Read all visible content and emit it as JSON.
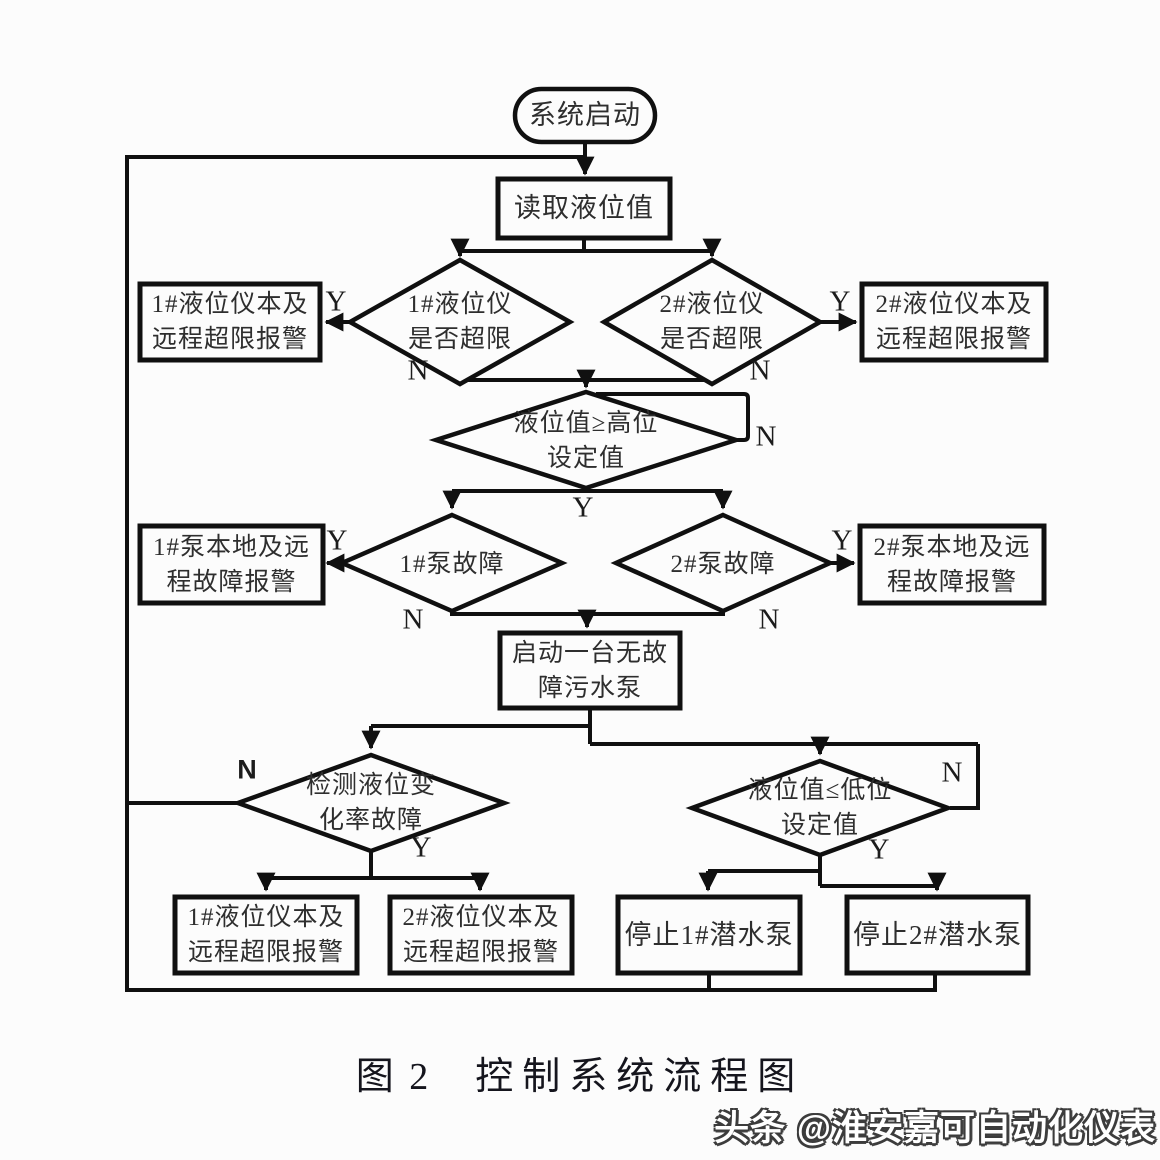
{
  "canvas": {
    "background": "#fcfcfc",
    "stroke_color": "#101010",
    "text_color": "#2e2e2e"
  },
  "labels": {
    "yes": "Y",
    "no": "N"
  },
  "nodes": {
    "start": {
      "type": "terminator",
      "lines": [
        "系统启动"
      ]
    },
    "read_level": {
      "type": "process",
      "lines": [
        "读取液位值"
      ]
    },
    "meter1_check": {
      "type": "decision",
      "lines": [
        "1#液位仪",
        "是否超限"
      ]
    },
    "meter2_check": {
      "type": "decision",
      "lines": [
        "2#液位仪",
        "是否超限"
      ]
    },
    "meter1_alarm": {
      "type": "process",
      "lines": [
        "1#液位仪本及",
        "远程超限报警"
      ]
    },
    "meter2_alarm": {
      "type": "process",
      "lines": [
        "2#液位仪本及",
        "远程超限报警"
      ]
    },
    "high_check": {
      "type": "decision",
      "lines": [
        "液位值≥高位",
        "设定值"
      ]
    },
    "pump1_fault": {
      "type": "decision",
      "lines": [
        "1#泵故障"
      ]
    },
    "pump2_fault": {
      "type": "decision",
      "lines": [
        "2#泵故障"
      ]
    },
    "pump1_alarm": {
      "type": "process",
      "lines": [
        "1#泵本地及远",
        "程故障报警"
      ]
    },
    "pump2_alarm": {
      "type": "process",
      "lines": [
        "2#泵本地及远",
        "程故障报警"
      ]
    },
    "start_pump": {
      "type": "process",
      "lines": [
        "启动一台无故",
        "障污水泵"
      ]
    },
    "rate_check": {
      "type": "decision",
      "lines": [
        "检测液位变",
        "化率故障"
      ]
    },
    "low_check": {
      "type": "decision",
      "lines": [
        "液位值≤低位",
        "设定值"
      ]
    },
    "meter1_alarm2": {
      "type": "process",
      "lines": [
        "1#液位仪本及",
        "远程超限报警"
      ]
    },
    "meter2_alarm2": {
      "type": "process",
      "lines": [
        "2#液位仪本及",
        "远程超限报警"
      ]
    },
    "stop_pump1": {
      "type": "process",
      "lines": [
        "停止1#潜水泵"
      ]
    },
    "stop_pump2": {
      "type": "process",
      "lines": [
        "停止2#潜水泵"
      ]
    }
  },
  "caption": {
    "figure_no": "图 2",
    "title": "控制系统流程图"
  },
  "watermark": {
    "text": "头条 @淮安嘉可自动化仪表"
  }
}
